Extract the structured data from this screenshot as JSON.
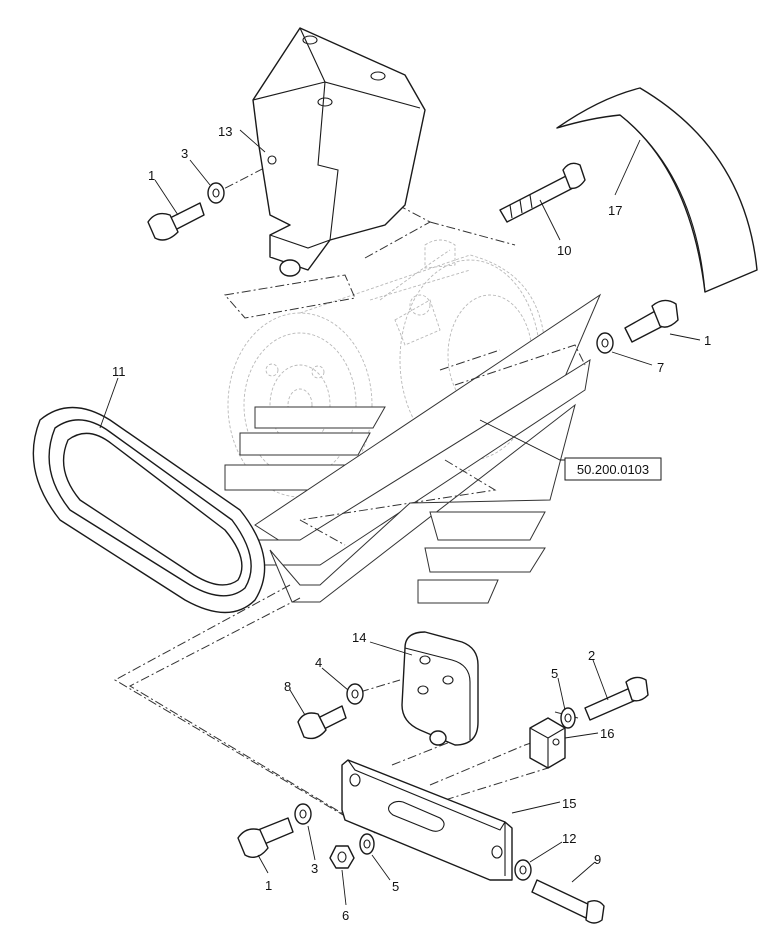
{
  "callouts": {
    "c1a": "1",
    "c3a": "3",
    "c13": "13",
    "c10": "10",
    "c17": "17",
    "c1b": "1",
    "c7": "7",
    "c11": "11",
    "c14": "14",
    "c4": "4",
    "c8": "8",
    "c5a": "5",
    "c2": "2",
    "c16": "16",
    "c15": "15",
    "c12": "12",
    "c9": "9",
    "c1c": "1",
    "c3b": "3",
    "c6": "6",
    "c5b": "5"
  },
  "reference": {
    "label": "50.200.0103"
  },
  "watermark": {
    "name": "brand-logo-watermark"
  }
}
